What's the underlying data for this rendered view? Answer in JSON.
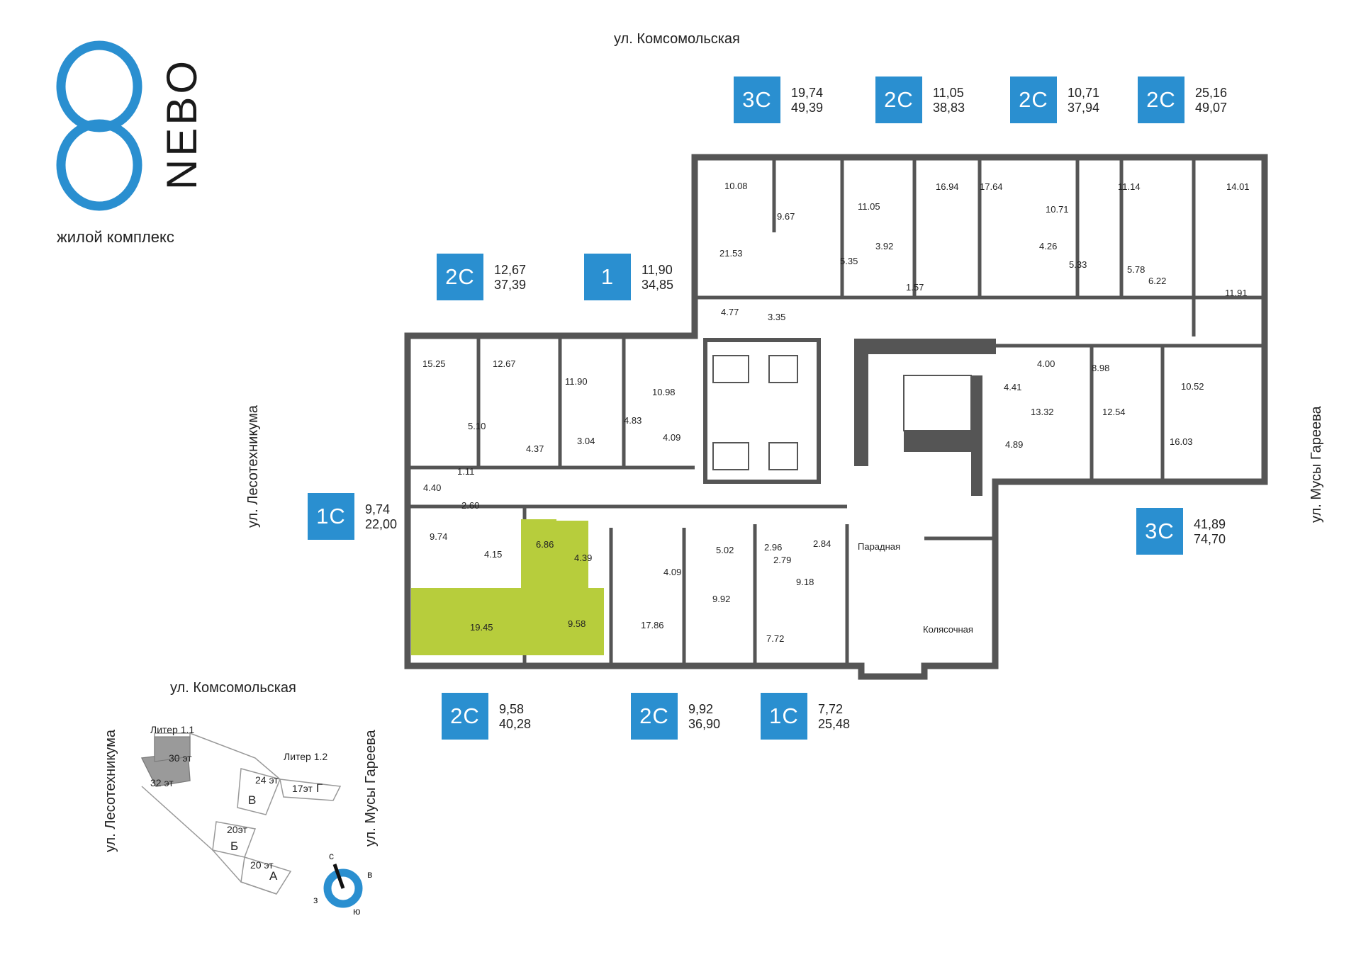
{
  "logo": {
    "mark": "8",
    "name": "NEBO",
    "tagline": "жилой комплекс",
    "color": "#2a8fd0"
  },
  "streets": {
    "top": "ул. Комсомольская",
    "left": "ул. Лесотехникума",
    "right": "ул. Мусы Гареева"
  },
  "apartments": [
    {
      "type": "3С",
      "living": "19,74",
      "total": "49,39"
    },
    {
      "type": "2С",
      "living": "11,05",
      "total": "38,83"
    },
    {
      "type": "2С",
      "living": "10,71",
      "total": "37,94"
    },
    {
      "type": "2С",
      "living": "25,16",
      "total": "49,07"
    },
    {
      "type": "2С",
      "living": "12,67",
      "total": "37,39"
    },
    {
      "type": "1",
      "living": "11,90",
      "total": "34,85"
    },
    {
      "type": "1С",
      "living": "9,74",
      "total": "22,00"
    },
    {
      "type": "3С",
      "living": "41,89",
      "total": "74,70"
    },
    {
      "type": "2С",
      "living": "9,58",
      "total": "40,28"
    },
    {
      "type": "2С",
      "living": "9,92",
      "total": "36,90"
    },
    {
      "type": "1С",
      "living": "7,72",
      "total": "25,48"
    }
  ],
  "rooms": [
    "10.08",
    "9.67",
    "21.53",
    "4.77",
    "3.35",
    "11.05",
    "5.35",
    "3.92",
    "1.57",
    "16.94",
    "17.64",
    "10.71",
    "4.26",
    "5.33",
    "11.14",
    "5.78",
    "14.01",
    "6.22",
    "11.91",
    "15.25",
    "12.67",
    "5.10",
    "4.37",
    "11.90",
    "3.04",
    "10.98",
    "4.83",
    "4.09",
    "4.00",
    "8.98",
    "4.41",
    "13.32",
    "12.54",
    "10.52",
    "16.03",
    "4.89",
    "4.40",
    "1.11",
    "2.60",
    "9.74",
    "4.15",
    "6.86",
    "4.39",
    "19.45",
    "9.58",
    "17.86",
    "5.02",
    "4.09",
    "9.92",
    "2.96",
    "2.79",
    "2.84",
    "9.18",
    "7.72"
  ],
  "common": {
    "lobby": "Парадная",
    "stroller": "Колясочная"
  },
  "highlight_color": "#b7cd3c",
  "site_plan": {
    "street_top": "ул. Комсомольская",
    "street_left": "ул. Лесотехникума",
    "street_right": "ул. Мусы Гареева",
    "liter_1": "Литер 1.1",
    "liter_2": "Литер 1.2",
    "floors": [
      "30 эт",
      "32 эт",
      "24 эт",
      "17эт",
      "20эт",
      "20 эт"
    ],
    "sections": [
      "В",
      "Г",
      "Б",
      "А"
    ],
    "compass": {
      "n": "с",
      "e": "в",
      "s": "ю",
      "w": "з"
    }
  }
}
